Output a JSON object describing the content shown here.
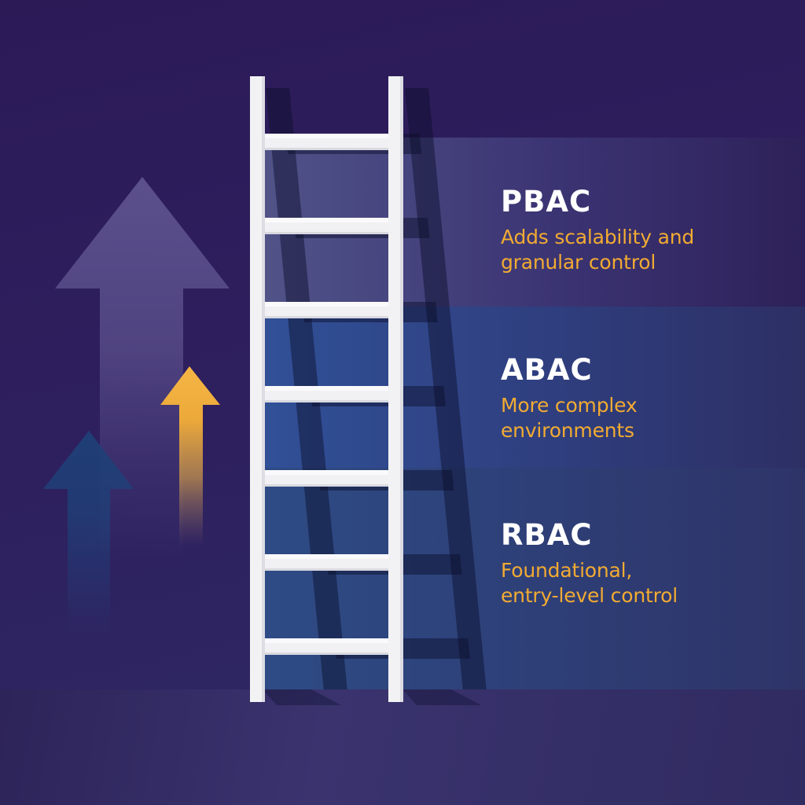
{
  "illustration": {
    "subject": "access-control-maturity-ladder",
    "levels": [
      {
        "id": "pbac",
        "title": "PBAC",
        "description": "Adds scalability and\ngranular control"
      },
      {
        "id": "abac",
        "title": "ABAC",
        "description": "More complex\nenvironments"
      },
      {
        "id": "rbac",
        "title": "RBAC",
        "description": "Foundational,\nentry-level control"
      }
    ],
    "icons": [
      {
        "name": "ladder",
        "glyph": "ladder-shape"
      },
      {
        "name": "up-arrow-ghost-icon",
        "glyph": "upward-arrow"
      },
      {
        "name": "up-arrow-gold-icon",
        "glyph": "upward-arrow"
      },
      {
        "name": "up-arrow-navy-icon",
        "glyph": "upward-arrow"
      }
    ],
    "theme": {
      "accent": "#F2AB32",
      "title-color": "#FFFFFF",
      "bg-top": "#2C1A57",
      "bg-mid": "#2E1F5E",
      "bg-bottom": "#2F2B67",
      "floor-left": "#2D2459",
      "floor-mid": "#3A336E",
      "floor-right": "#302B61",
      "band-pbac-left": "#515489",
      "band-pbac-right": "#2E2159",
      "band-abac-left": "#315198",
      "band-abac-right": "#2D2F64",
      "band-rbac-left": "#2E4C86",
      "band-rbac-right": "#2E3468",
      "ladder-white": "#F2F2F4",
      "arrow-gold": "#F2B13C",
      "arrow-ghost": "#8A84BE",
      "arrow-navy": "#1F4078"
    }
  }
}
